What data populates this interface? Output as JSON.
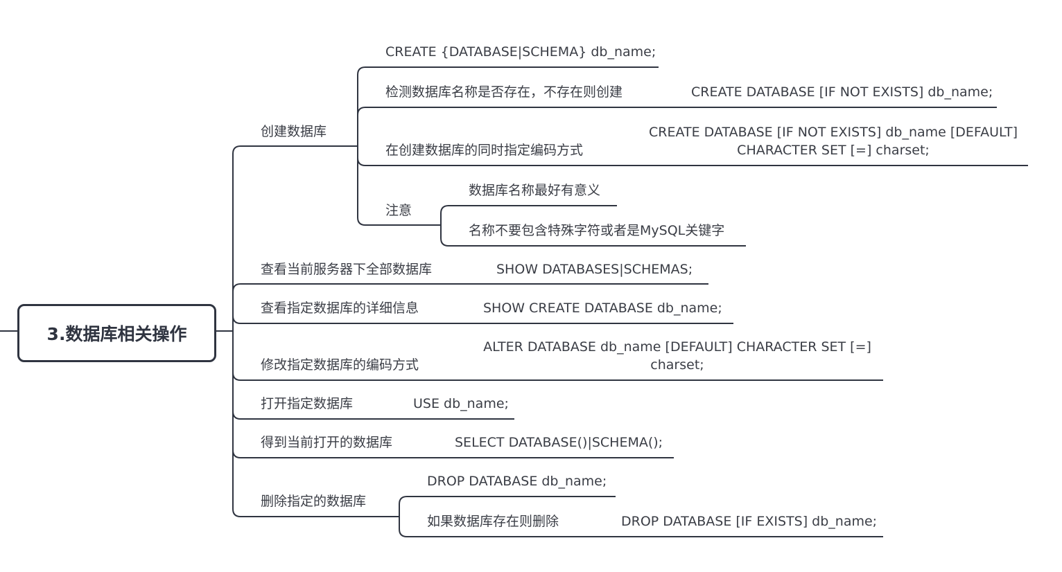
{
  "root": {
    "title": "3.数据库相关操作"
  },
  "create": {
    "label": "创建数据库",
    "syntax": "CREATE {DATABASE|SCHEMA} db_name;",
    "check_label": "检测数据库名称是否存在，不存在则创建",
    "check_sql": "CREATE DATABASE [IF NOT EXISTS] db_name;",
    "charset_label": "在创建数据库的同时指定编码方式",
    "charset_sql_line1": "CREATE DATABASE [IF NOT EXISTS] db_name [DEFAULT]",
    "charset_sql_line2": "CHARACTER SET [=] charset;",
    "note_label": "注意",
    "note_1": "数据库名称最好有意义",
    "note_2": "名称不要包含特殊字符或者是MySQL关键字"
  },
  "show_all": {
    "label": "查看当前服务器下全部数据库",
    "sql": "SHOW DATABASES|SCHEMAS;"
  },
  "show_create": {
    "label": "查看指定数据库的详细信息",
    "sql": "SHOW CREATE DATABASE db_name;"
  },
  "alter": {
    "label": "修改指定数据库的编码方式",
    "sql_line1": "ALTER DATABASE db_name [DEFAULT] CHARACTER SET [=]",
    "sql_line2": "charset;"
  },
  "use": {
    "label": "打开指定数据库",
    "sql": "USE db_name;"
  },
  "select": {
    "label": "得到当前打开的数据库",
    "sql": "SELECT DATABASE()|SCHEMA();"
  },
  "drop": {
    "label": "删除指定的数据库",
    "sql": "DROP DATABASE db_name;",
    "if_exists_label": "如果数据库存在则删除",
    "if_exists_sql": "DROP DATABASE [IF EXISTS] db_name;"
  }
}
